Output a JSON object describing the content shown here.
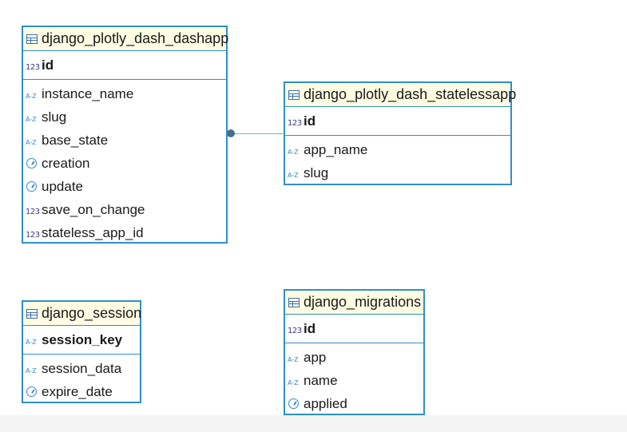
{
  "tables": {
    "dashapp": {
      "name": "django_plotly_dash_dashapp",
      "pk": [
        {
          "name": "id",
          "type": "number"
        }
      ],
      "columns": [
        {
          "name": "instance_name",
          "type": "text"
        },
        {
          "name": "slug",
          "type": "text"
        },
        {
          "name": "base_state",
          "type": "text"
        },
        {
          "name": "creation",
          "type": "datetime"
        },
        {
          "name": "update",
          "type": "datetime"
        },
        {
          "name": "save_on_change",
          "type": "number"
        },
        {
          "name": "stateless_app_id",
          "type": "number"
        }
      ]
    },
    "statelessapp": {
      "name": "django_plotly_dash_statelessapp",
      "pk": [
        {
          "name": "id",
          "type": "number"
        }
      ],
      "columns": [
        {
          "name": "app_name",
          "type": "text"
        },
        {
          "name": "slug",
          "type": "text"
        }
      ]
    },
    "session": {
      "name": "django_session",
      "pk": [
        {
          "name": "session_key",
          "type": "text"
        }
      ],
      "columns": [
        {
          "name": "session_data",
          "type": "text"
        },
        {
          "name": "expire_date",
          "type": "datetime"
        }
      ]
    },
    "migrations": {
      "name": "django_migrations",
      "pk": [
        {
          "name": "id",
          "type": "number"
        }
      ],
      "columns": [
        {
          "name": "app",
          "type": "text"
        },
        {
          "name": "name",
          "type": "text"
        },
        {
          "name": "applied",
          "type": "datetime"
        }
      ]
    }
  },
  "type_icons": {
    "number": "123",
    "text": "A-Z",
    "datetime": "clock-icon"
  },
  "colors": {
    "border": "#2f8fca",
    "header_bg": "#fffce3",
    "relation": "#6fb2d6"
  }
}
